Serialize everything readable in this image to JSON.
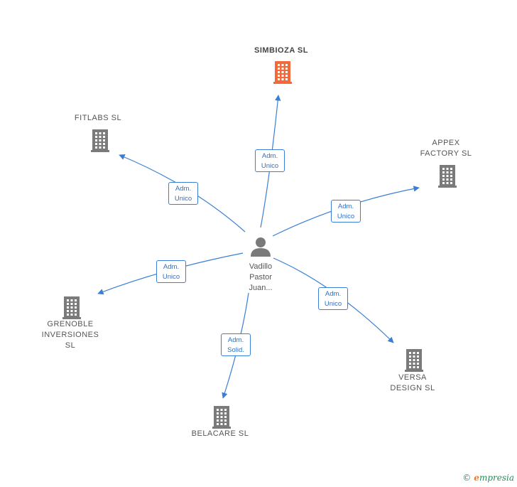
{
  "colors": {
    "edge": "#3a7fd5",
    "building": "#7a7a7a",
    "highlight": "#f26a3a",
    "person": "#7a7a7a"
  },
  "person": {
    "name": "Vadillo\nPastor\nJuan...",
    "icon": "person-icon"
  },
  "companies": [
    {
      "id": "simbioza",
      "name": "SIMBIOZA  SL",
      "highlight": true
    },
    {
      "id": "fitlabs",
      "name": "FITLABS  SL",
      "highlight": false
    },
    {
      "id": "appex",
      "name": "APPEX\nFACTORY  SL",
      "highlight": false
    },
    {
      "id": "grenoble",
      "name": "GRENOBLE\nINVERSIONES\nSL",
      "highlight": false
    },
    {
      "id": "belacare",
      "name": "BELACARE SL",
      "highlight": false
    },
    {
      "id": "versa",
      "name": "VERSA\nDESIGN SL",
      "highlight": false
    }
  ],
  "relations": [
    {
      "to": "simbioza",
      "label": "Adm.\nUnico"
    },
    {
      "to": "fitlabs",
      "label": "Adm.\nUnico"
    },
    {
      "to": "appex",
      "label": "Adm.\nUnico"
    },
    {
      "to": "grenoble",
      "label": "Adm.\nUnico"
    },
    {
      "to": "belacare",
      "label": "Adm.\nSolid."
    },
    {
      "to": "versa",
      "label": "Adm.\nUnico"
    }
  ],
  "footer": {
    "copyright": "©",
    "brand_initial": "e",
    "brand_rest": "mpresia"
  }
}
